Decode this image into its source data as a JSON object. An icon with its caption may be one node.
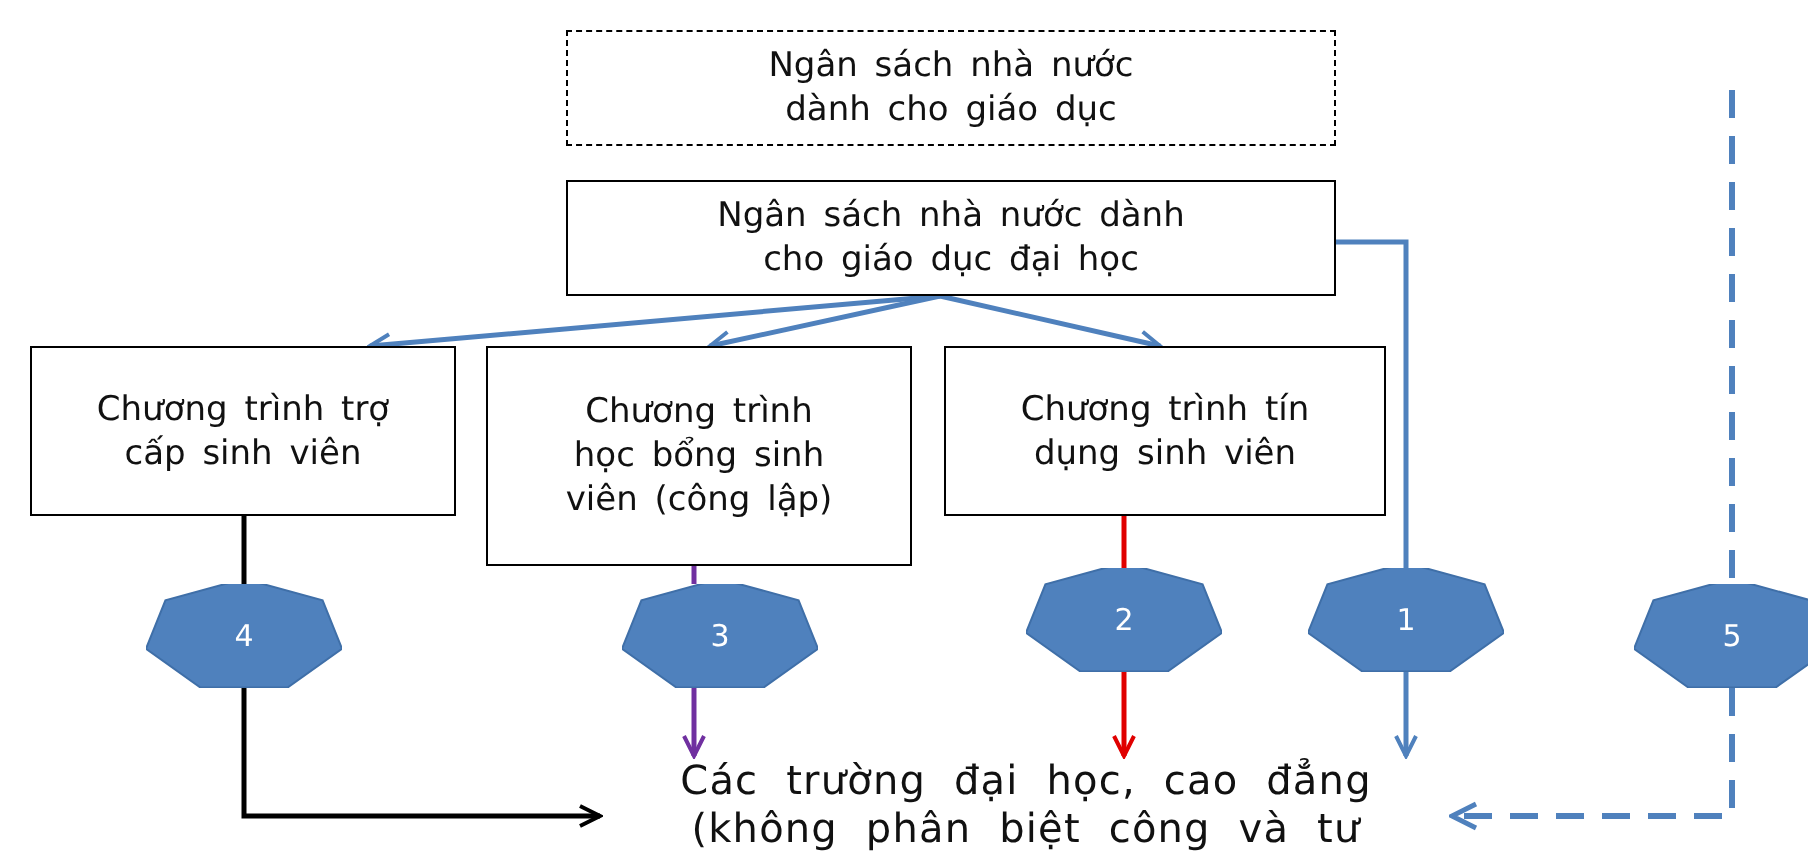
{
  "diagram": {
    "nodes": [
      {
        "text": [
          "Ngân sách nhà nước dành cho giáo dục"
        ]
      },
      {
        "text": [
          "Ngân sách nhà nước dành cho giáo dục đại học"
        ]
      },
      {
        "text": [
          "Chương trình trợ cấp sinh viên"
        ]
      },
      {
        "text": [
          "Chương trình học bổng sinh viên (công lập)"
        ]
      },
      {
        "text": [
          "Chương trình tín dụng sinh viên"
        ]
      },
      {
        "text": [
          "4"
        ]
      },
      {
        "text": [
          "3"
        ]
      },
      {
        "text": [
          "2"
        ]
      },
      {
        "text": [
          "1"
        ]
      },
      {
        "text": [
          "5"
        ]
      },
      {
        "text": [
          "Các trường đại học, cao đẳng (không phân biệt công và tư"
        ]
      }
    ],
    "edges": [
      {
        "from": 1,
        "to": 2,
        "arrow": "to"
      },
      {
        "from": 1,
        "to": 3,
        "arrow": "to"
      },
      {
        "from": 1,
        "to": 4,
        "arrow": "to"
      },
      {
        "from": 1,
        "to": 8,
        "arrow": "none"
      },
      {
        "from": 8,
        "to": 10,
        "arrow": "to"
      },
      {
        "from": 2,
        "to": 5,
        "arrow": "none",
        "color": "#000000"
      },
      {
        "from": 5,
        "to": 10,
        "arrow": "to",
        "color": "#000000"
      },
      {
        "from": 3,
        "to": 6,
        "arrow": "none",
        "color": "#7030a0"
      },
      {
        "from": 6,
        "to": 10,
        "arrow": "to",
        "color": "#7030a0"
      },
      {
        "from": 4,
        "to": 7,
        "arrow": "none",
        "color": "#e00000"
      },
      {
        "from": 7,
        "to": 10,
        "arrow": "to",
        "color": "#e00000"
      },
      {
        "from": null,
        "to": 9,
        "arrow": "none",
        "style": "dashed"
      },
      {
        "from": 9,
        "to": 10,
        "arrow": "to",
        "style": "dashed"
      }
    ]
  }
}
